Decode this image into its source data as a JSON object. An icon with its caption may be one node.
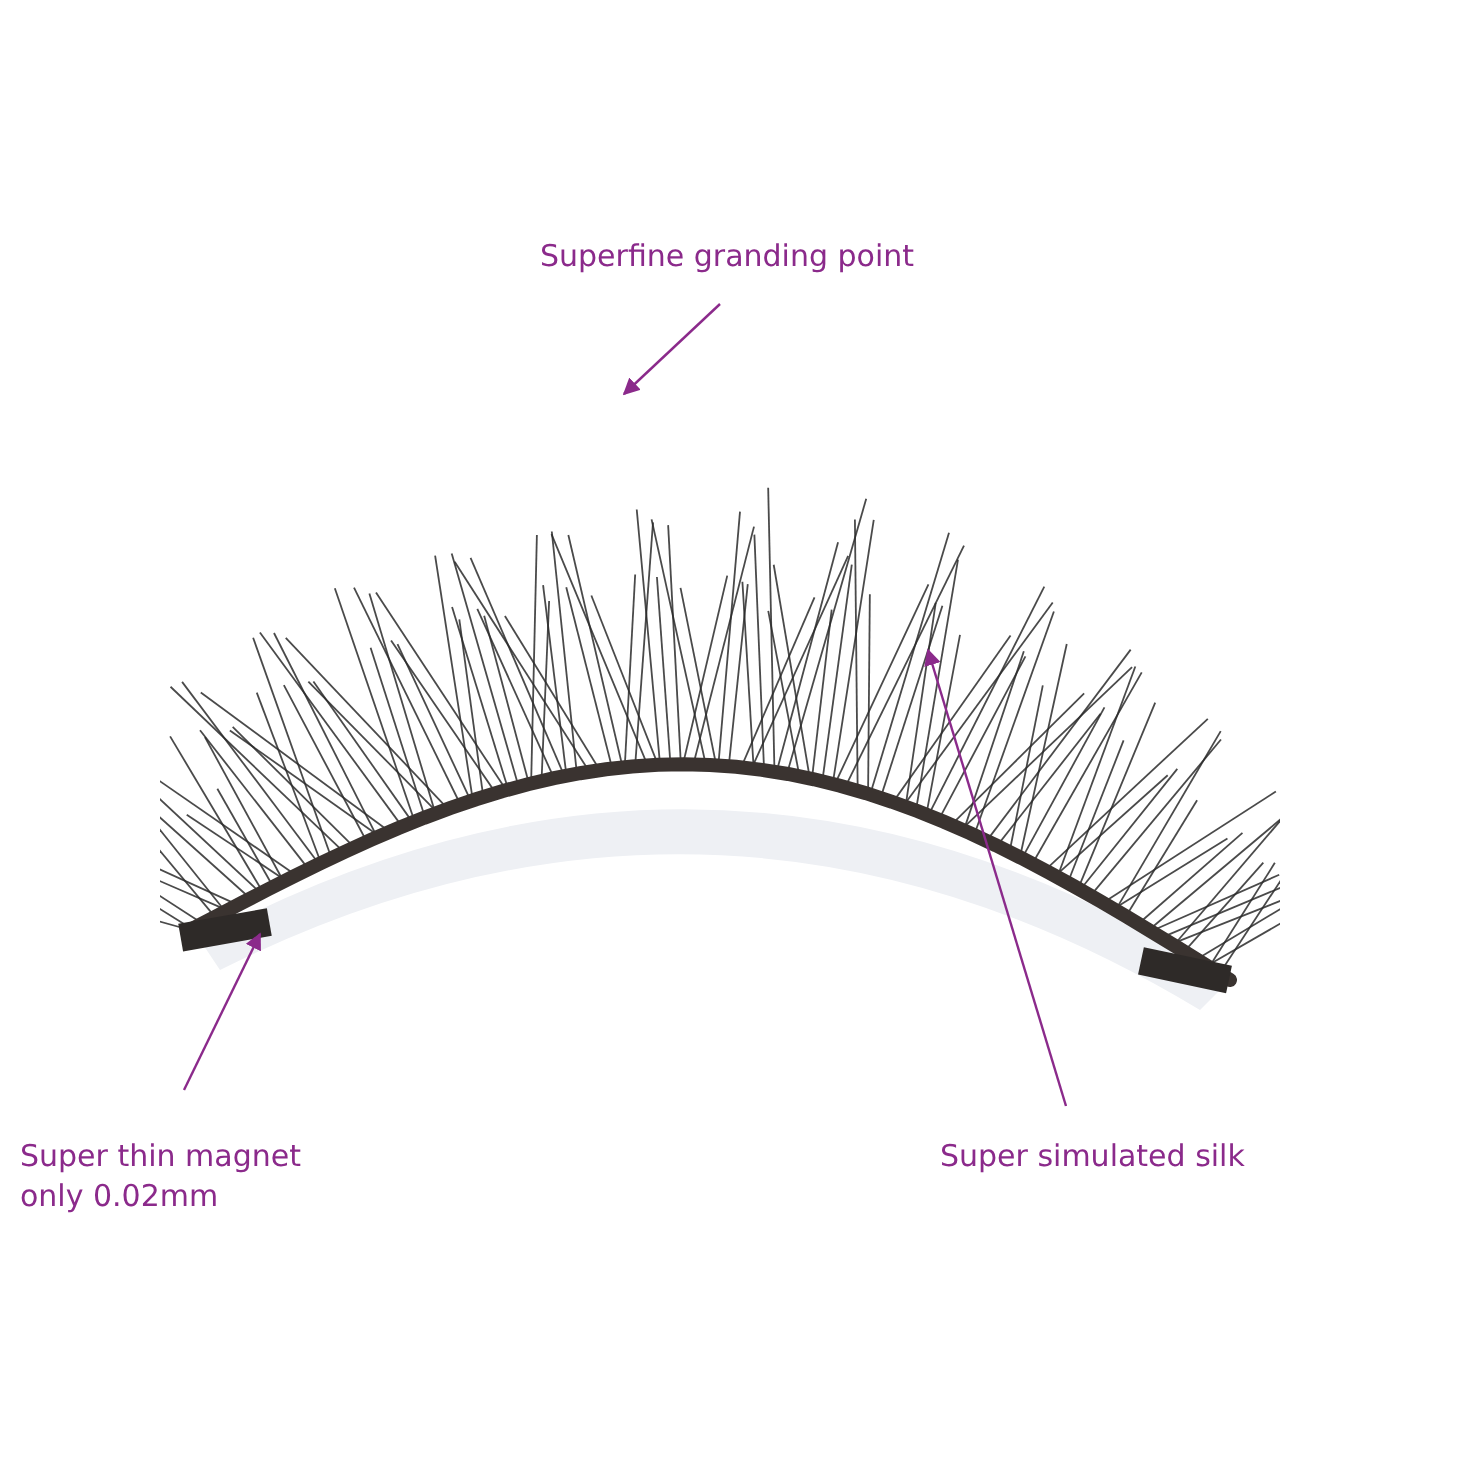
{
  "diagram": {
    "nodes": [
      {
        "text": [
          "Superfine granding point"
        ]
      },
      {
        "text": [
          "Super thin magnet only 0.02mm"
        ]
      },
      {
        "text": [
          "Super simulated silk"
        ]
      },
      {
        "text": [],
        "shape": "picture"
      }
    ],
    "edges": [
      {
        "from": 0,
        "to": 3,
        "arrow": "to"
      },
      {
        "from": 1,
        "to": 3,
        "arrow": "to"
      },
      {
        "from": 2,
        "to": 3,
        "arrow": "to"
      }
    ]
  }
}
